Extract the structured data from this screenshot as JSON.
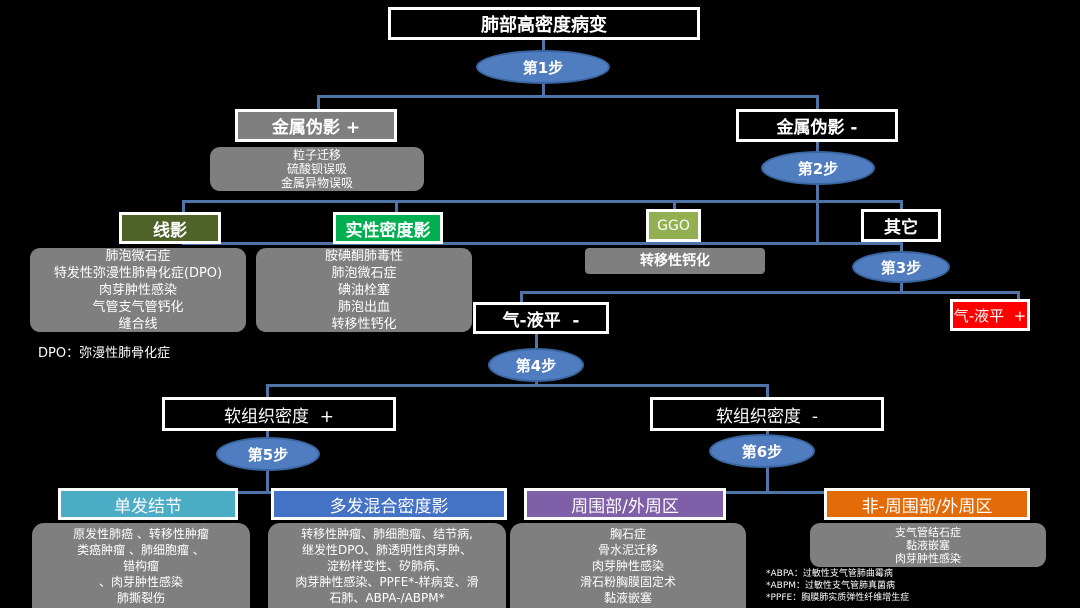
{
  "colors": {
    "background": "#000000",
    "connector": "#4f74a8",
    "step_oval": "#4f7dbf",
    "gray_box": "#7f7f7f",
    "metal_plus": "#7f7f7f",
    "line_shadow": "#4f6228",
    "solid_density": "#00b050",
    "ggo": "#92b050",
    "air_fluid_plus": "#ff0000",
    "solitary_nodule": "#4bacc6",
    "multiple_mixed": "#4472c4",
    "peripheral": "#7f5fa8",
    "non_peripheral": "#e36c09"
  },
  "root": {
    "label": "肺部高密度病变"
  },
  "steps": [
    "第1步",
    "第2步",
    "第3步",
    "第4步",
    "第5步",
    "第6步"
  ],
  "metal_plus": {
    "label": "金属伪影 +",
    "items": [
      "粒子迁移",
      "硫酸钡误吸",
      "金属异物误吸"
    ]
  },
  "metal_minus": {
    "label": "金属伪影 -"
  },
  "line_shadow": {
    "label": "线影",
    "items": [
      "肺泡微石症",
      "特发性弥漫性肺骨化症(DPO)",
      "肉芽肿性感染",
      "气管支气管钙化",
      "缝合线"
    ],
    "note": "DPO：弥漫性肺骨化症"
  },
  "solid_density": {
    "label": "实性密度影",
    "items": [
      "胺碘酮肺毒性",
      "肺泡微石症",
      "碘油栓塞",
      "肺泡出血",
      "转移性钙化"
    ]
  },
  "ggo": {
    "label": "GGO",
    "items": [
      "转移性钙化"
    ]
  },
  "other": {
    "label": "其它"
  },
  "air_fluid_minus": {
    "label": "气-液平  -"
  },
  "air_fluid_plus": {
    "label": "气-液平  +"
  },
  "soft_tissue_plus": {
    "label": "软组织密度  +"
  },
  "soft_tissue_minus": {
    "label": "软组织密度  -"
  },
  "solitary_nodule": {
    "label": "单发结节",
    "items": [
      "原发性肺癌 、转移性肿瘤",
      "类癌肿瘤 、肺细胞瘤 、",
      "错构瘤",
      "、肉芽肿性感染",
      "肺撕裂伤"
    ]
  },
  "multiple_mixed": {
    "label": "多发混合密度影",
    "items": [
      "转移性肿瘤、肺细胞瘤、结节病,",
      "继发性DPO、肺透明性肉芽肿、",
      "淀粉样变性、矽肺病、",
      "肉芽肿性感染、PPFE*-样病变、滑",
      "石肺、ABPA-/ABPM*"
    ]
  },
  "peripheral": {
    "label": "周围部/外周区",
    "items": [
      "胸石症",
      "骨水泥迁移",
      "肉芽肿性感染",
      "滑石粉胸膜固定术",
      "黏液嵌塞"
    ]
  },
  "non_peripheral": {
    "label": "非-周围部/外周区",
    "items": [
      "支气管结石症",
      "黏液嵌塞",
      "肉芽肿性感染"
    ]
  },
  "footnotes": [
    "*ABPA：过敏性支气管肺曲霉病",
    "*ABPM：过敏性支气管肺真菌病",
    "*PPFE：胸膜肺实质弹性纤维增生症"
  ]
}
